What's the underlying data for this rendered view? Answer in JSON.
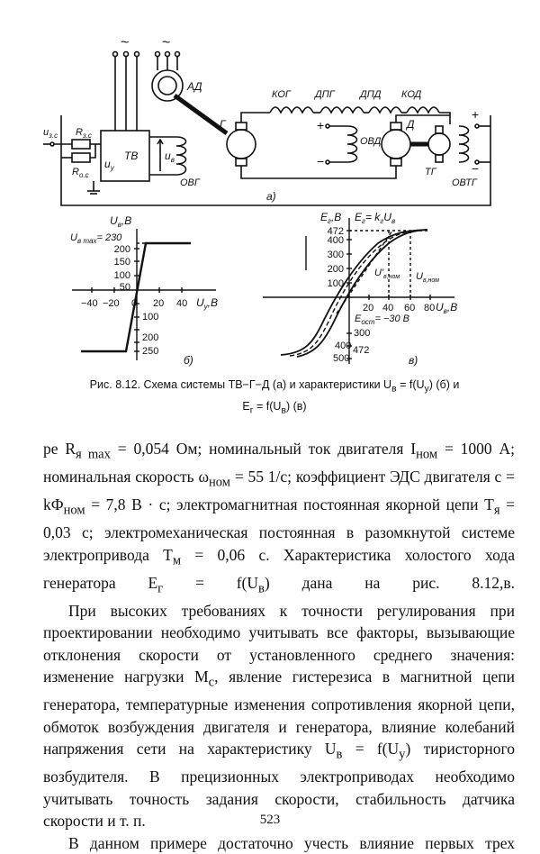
{
  "figure": {
    "scheme": {
      "source_symbols": [
        "~",
        "~"
      ],
      "ad": "АД",
      "tv": "ТВ",
      "uy": "u",
      "uy_sub": "y",
      "uv": "u",
      "uv_sub": "в",
      "ovg": "ОВГ",
      "uzs": "u",
      "uzs_sub": "з.с",
      "rzs": "R",
      "rzs_sub": "з.с",
      "ros": "R",
      "ros_sub": "о.с",
      "kog": "КОГ",
      "dpg": "ДПГ",
      "dpd": "ДПД",
      "kod": "КОД",
      "ovd": "ОВД",
      "g": "Г",
      "d": "Д",
      "tg": "ТГ",
      "ovtg": "ОВТГ",
      "plus": "+",
      "minus": "−",
      "label_a": "а)"
    },
    "chart_b": {
      "ylabel": "U",
      "ylabel_sub": "в",
      "ylabel_unit": ",В",
      "vmax": "U",
      "vmax_sub": "в max",
      "vmax_val": "= 230",
      "y_ticks": [
        "200",
        "150",
        "100",
        "50",
        "100",
        "200",
        "250"
      ],
      "x_ticks": [
        "−40",
        "−20",
        "0",
        "20",
        "40"
      ],
      "xlabel": "U",
      "xlabel_sub": "y",
      "xlabel_unit": ",В",
      "label": "б)"
    },
    "chart_v": {
      "ylabel": "E",
      "ylabel_sub": "г",
      "ylabel_unit": ",В",
      "eq": "E",
      "eq_sub": "г",
      "eq_rest": "= k",
      "eq_k_sub": "г",
      "eq_u": "U",
      "eq_u_sub": "в",
      "y_ticks": [
        "472",
        "400",
        "300",
        "200",
        "100",
        "300",
        "400",
        "500"
      ],
      "y_tick_472b": "472",
      "x_ticks": [
        "20",
        "40",
        "60",
        "80"
      ],
      "xlabel": "U",
      "xlabel_sub": "в",
      "xlabel_unit": ",В",
      "uvnom1": "U'",
      "uvnom1_sub": "в,ном",
      "uvnom2": "U",
      "uvnom2_sub": "в,ном",
      "eost": "E",
      "eost_sub": "ост",
      "eost_val": "= −30 В",
      "label": "в)"
    }
  },
  "chart_data": [
    {
      "type": "line",
      "title": "",
      "xlabel": "Uy, В",
      "ylabel": "Uв, В",
      "xlim": [
        -50,
        50
      ],
      "ylim": [
        -250,
        230
      ],
      "series": [
        {
          "x": [
            -48,
            -15,
            10,
            48
          ],
          "y": [
            -250,
            -250,
            230,
            230
          ]
        }
      ],
      "annotations": [
        "Uв max = 230"
      ]
    },
    {
      "type": "line",
      "title": "",
      "xlabel": "Uв, В",
      "ylabel": "Eг, В",
      "xlim": [
        -80,
        80
      ],
      "ylim": [
        -500,
        472
      ],
      "series": [
        {
          "name": "Eг = kг Uв",
          "x": [
            -10,
            50
          ],
          "y": [
            -100,
            472
          ]
        }
      ],
      "annotations": [
        "Eост = −30 В",
        "U'в,ном",
        "Uв,ном"
      ]
    }
  ],
  "caption": {
    "line1": "Рис. 8.12. Схема системы ТВ−Г−Д (а) и характеристики U",
    "line1_sub": "в",
    "line1_mid": " = f(U",
    "line1_sub2": "у",
    "line1_end": ") (б) и",
    "line2": "E",
    "line2_sub": "г",
    "line2_mid": " = f(U",
    "line2_sub2": "в",
    "line2_end": ") (в)"
  },
  "body": {
    "p1": "ре R",
    "p1_sub": "я max",
    "p1_b": " = 0,054 Ом; номинальный ток двигателя I",
    "p1_sub2": "ном",
    "p1_c": " = 1000 А; номинальная скорость ω",
    "p1_sub3": "ном",
    "p1_d": " = 55 1/с; коэффициент ЭДС двигателя c = kФ",
    "p1_sub4": "ном",
    "p1_e": " = 7,8 В · с; электромагнитная постоянная якорной цепи T",
    "p1_sub5": "я",
    "p1_f": " = 0,03 с; электромеханическая постоянная в разомкнутой системе электропривода T",
    "p1_sub6": "м",
    "p1_g": " = 0,06 с. Характеристика холостого хода генератора E",
    "p1_sub7": "г",
    "p1_h": " = f(U",
    "p1_sub8": "в",
    "p1_i": ") дана на рис. 8.12,в.",
    "p2": "При высоких требованиях к точности регулирования при проектировании необходимо учитывать все факторы, вызывающие отклонения скорости от установленного среднего значения: изменение нагрузки M",
    "p2_sub": "с",
    "p2_b": ", явление гистерезиса в магнитной цепи генератора, температурные изменения сопротивления якорной цепи, обмоток возбуждения двигателя и генератора, влияние колебаний напряжения сети на характеристику U",
    "p2_sub2": "в",
    "p2_c": " = f(U",
    "p2_sub3": "у",
    "p2_d": ") тиристорного возбудителя. В прецизионных электроприводах необходимо учитывать точность задания скорости, стабильность датчика скорости и т. п.",
    "p3": "В данном примере достаточно учесть влияние первых трех"
  },
  "page_number": "523"
}
